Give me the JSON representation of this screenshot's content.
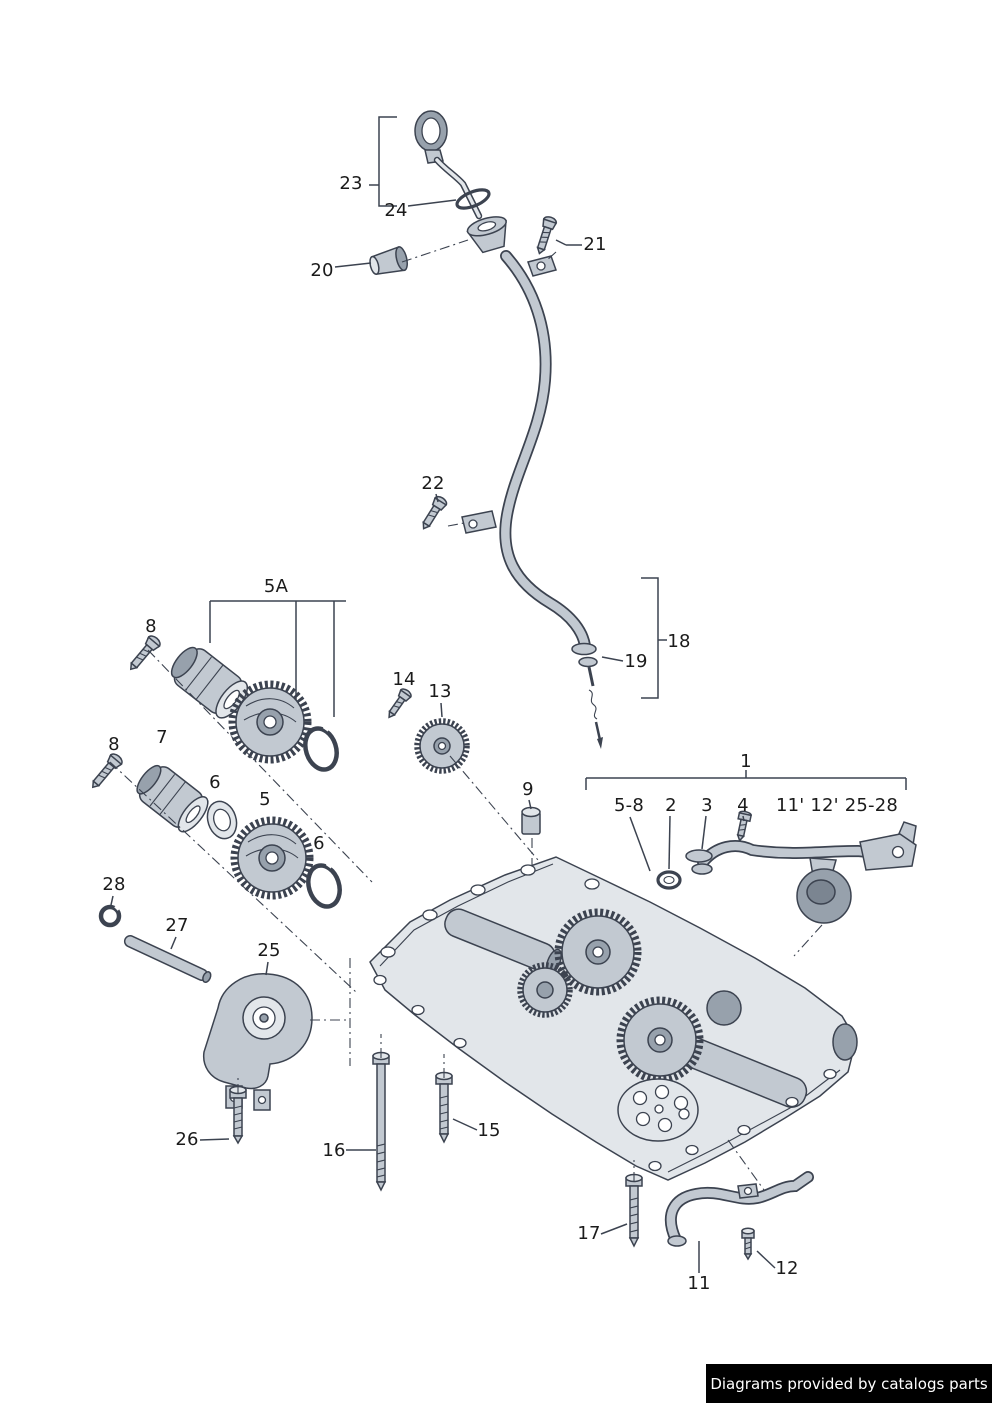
{
  "footer": {
    "text": "Diagrams provided by catalogs parts"
  },
  "colors": {
    "line": "#3c4350",
    "fill_light": "#e2e6ea",
    "fill_mid": "#c2c9d1",
    "fill_dark": "#97a1ac",
    "fill_darker": "#7b8591",
    "label_color": "#1b1b1b",
    "footer_bg": "#000000",
    "footer_text_color": "#ffffff"
  },
  "labels": {
    "l23": {
      "text": "23"
    },
    "l24": {
      "text": "24"
    },
    "l21": {
      "text": "21"
    },
    "l20": {
      "text": "20"
    },
    "l22": {
      "text": "22"
    },
    "l18": {
      "text": "18"
    },
    "l19": {
      "text": "19"
    },
    "l5A": {
      "text": "5A"
    },
    "l8_upper": {
      "text": "8"
    },
    "l14": {
      "text": "14"
    },
    "l13": {
      "text": "13"
    },
    "l8_lower": {
      "text": "8"
    },
    "l7": {
      "text": "7"
    },
    "l6_upper": {
      "text": "6"
    },
    "l5": {
      "text": "5"
    },
    "l6_lower": {
      "text": "6"
    },
    "l28": {
      "text": "28"
    },
    "l27": {
      "text": "27"
    },
    "l25": {
      "text": "25"
    },
    "l9": {
      "text": "9"
    },
    "l1": {
      "text": "1"
    },
    "l5_8": {
      "text": "5-8"
    },
    "l2": {
      "text": "2"
    },
    "l3": {
      "text": "3"
    },
    "l4": {
      "text": "4"
    },
    "l_group_right": {
      "text": "11' 12' 25-28"
    },
    "l26": {
      "text": "26"
    },
    "l16": {
      "text": "16"
    },
    "l15": {
      "text": "15"
    },
    "l17": {
      "text": "17"
    },
    "l11": {
      "text": "11"
    },
    "l12": {
      "text": "12"
    }
  }
}
